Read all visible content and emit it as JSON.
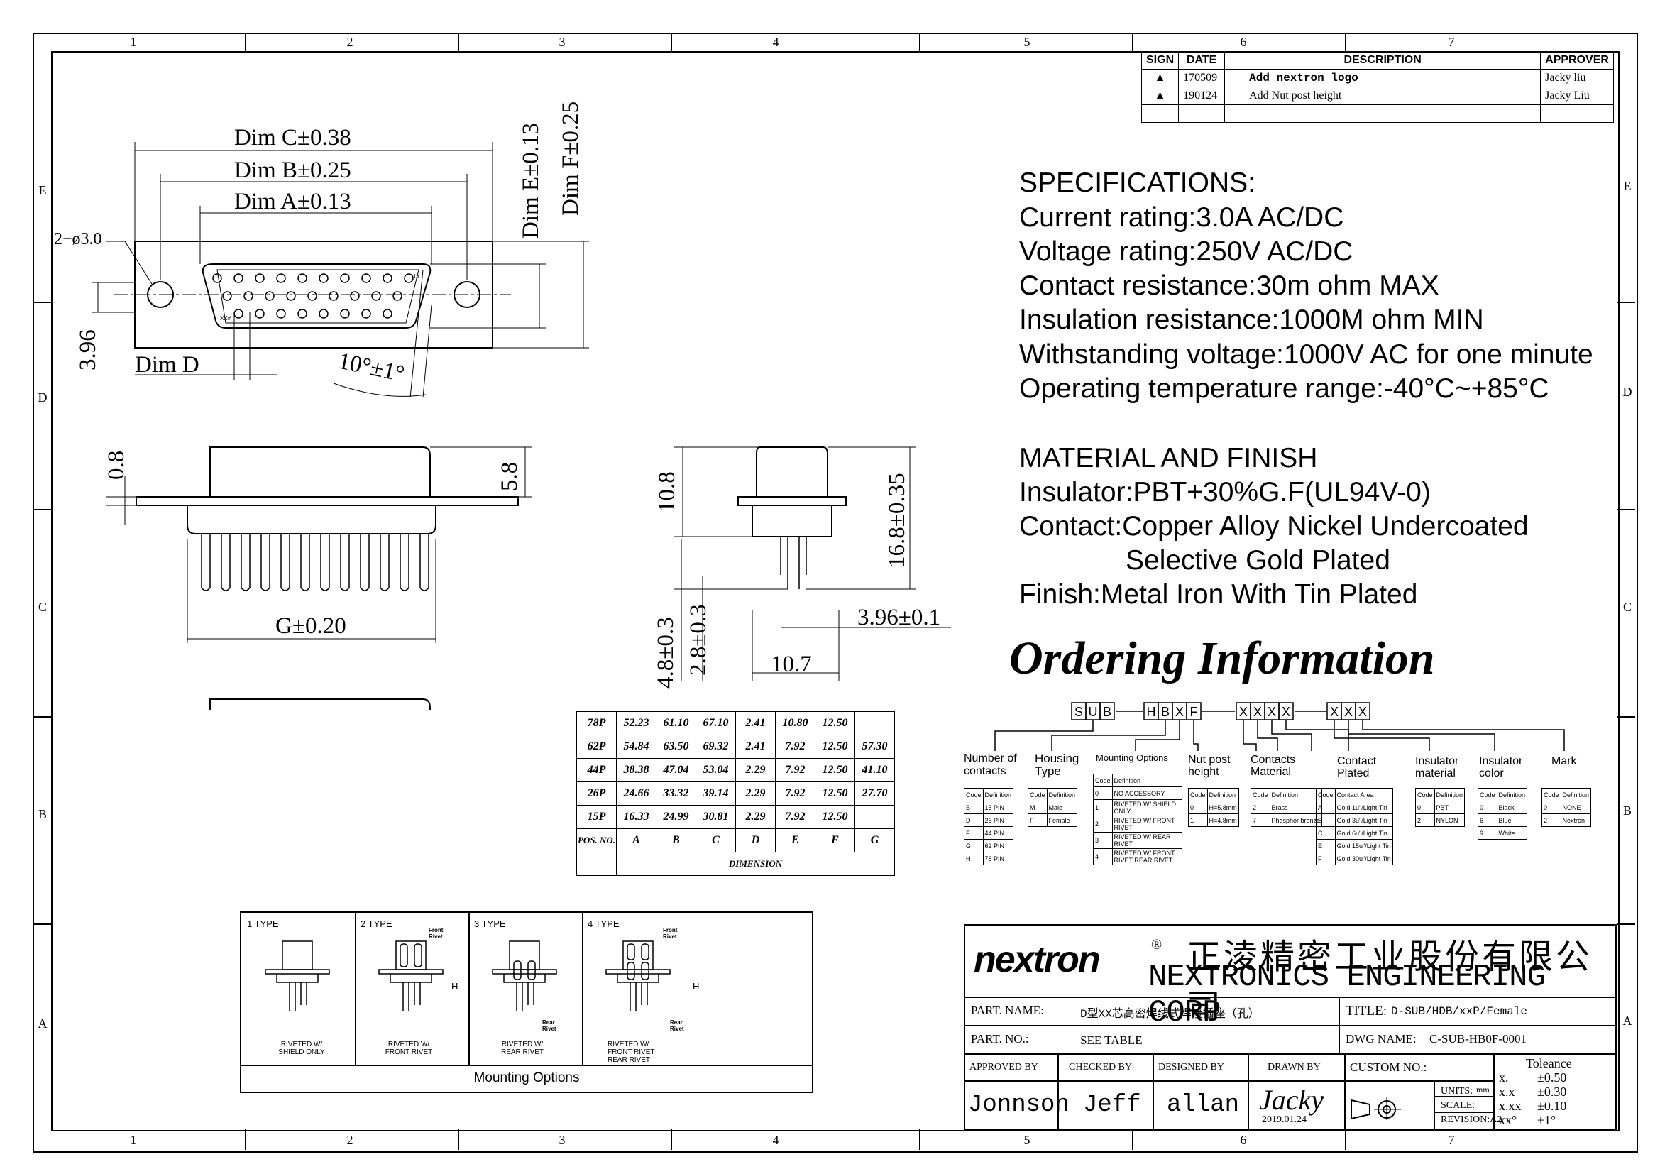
{
  "zones": {
    "cols": [
      "1",
      "2",
      "3",
      "4",
      "5",
      "6",
      "7"
    ],
    "rows": [
      "E",
      "D",
      "C",
      "B",
      "A"
    ]
  },
  "revision": {
    "headers": [
      "SIGN",
      "DATE",
      "DESCRIPTION",
      "APPROVER"
    ],
    "rows": [
      {
        "date": "170509",
        "desc": "Add nextron logo",
        "approver": "Jacky liu"
      },
      {
        "date": "190124",
        "desc": "Add Nut post height",
        "approver": "Jacky Liu"
      }
    ]
  },
  "specs": {
    "title": "SPECIFICATIONS:",
    "lines": [
      "Current rating:3.0A AC/DC",
      "Voltage rating:250V AC/DC",
      "Contact resistance:30m ohm MAX",
      "Insulation resistance:1000M ohm MIN",
      "Withstanding voltage:1000V AC for one minute",
      "Operating temperature range:-40°C~+85°C"
    ]
  },
  "material": {
    "title": "MATERIAL AND FINISH",
    "lines": [
      "Insulator:PBT+30%G.F(UL94V-0)",
      "Contact:Copper Alloy Nickel Undercoated",
      "Selective Gold Plated",
      "Finish:Metal Iron With Tin Plated"
    ]
  },
  "ordering": {
    "title": "Ordering Information",
    "code_groups": [
      "SUB",
      "HBXF",
      "XXXX",
      "XXX"
    ],
    "group_labels": [
      "Number of contacts",
      "Housing Type",
      "Mounting Options",
      "Nut post height",
      "Contacts Material",
      "Contact Plated",
      "Insulator material",
      "Insulator color",
      "Mark"
    ],
    "contacts": [
      [
        "B",
        "15 PIN"
      ],
      [
        "D",
        "26 PIN"
      ],
      [
        "F",
        "44 PIN"
      ],
      [
        "G",
        "62 PIN"
      ],
      [
        "H",
        "78 PIN"
      ]
    ],
    "housing": [
      [
        "M",
        "Male"
      ],
      [
        "F",
        "Female"
      ]
    ],
    "mounting": [
      [
        "0",
        "NO ACCESSORY"
      ],
      [
        "1",
        "RIVETED W/ SHIELD ONLY"
      ],
      [
        "2",
        "RIVETED W/ FRONT RIVET"
      ],
      [
        "3",
        "RIVETED W/ REAR RIVET"
      ],
      [
        "4",
        "RIVETED W/ FRONT RIVET REAR RIVET"
      ]
    ],
    "nut": [
      [
        "0",
        "H=5.8mm"
      ],
      [
        "1",
        "H=4.8mm"
      ]
    ],
    "cmaterial": [
      [
        "2",
        "Brass"
      ],
      [
        "7",
        "Phosphor bronze"
      ]
    ],
    "plated": [
      [
        "A",
        "Gold 1u\"/Light Tin"
      ],
      [
        "B",
        "Gold 3u\"/Light Tin"
      ],
      [
        "C",
        "Gold 6u\"/Light Tin"
      ],
      [
        "E",
        "Gold 15u\"/Light Tin"
      ],
      [
        "F",
        "Gold 30u\"/Light Tin"
      ]
    ],
    "imaterial": [
      [
        "0",
        "PBT"
      ],
      [
        "2",
        "NYLON"
      ]
    ],
    "icolor": [
      [
        "0",
        "Black"
      ],
      [
        "6",
        "Blue"
      ],
      [
        "9",
        "White"
      ]
    ],
    "mark": [
      [
        "0",
        "NONE"
      ],
      [
        "2",
        "Nextron"
      ]
    ],
    "col_code": "Code",
    "col_def": "Definition",
    "contact_area": "Contact Area"
  },
  "dims": {
    "dim_c": "Dim C±0.38",
    "dim_b": "Dim B±0.25",
    "dim_a": "Dim A±0.13",
    "dim_e": "Dim E±0.13",
    "dim_f": "Dim F±0.25",
    "dim_d": "Dim D",
    "hole": "2−ø3.0",
    "h396": "3.96",
    "angle": "10°±1°",
    "d08": "0.8",
    "d58": "5.8",
    "g": "G±0.20",
    "d108": "10.8",
    "d168": "16.8±0.35",
    "d48": "4.8±0.3",
    "d28": "2.8±0.3",
    "d107": "10.7",
    "d396b": "3.96±0.1",
    "pin1": "1#",
    "pinx": "XX#"
  },
  "dim_table": {
    "rows": [
      [
        "78P",
        "52.23",
        "61.10",
        "67.10",
        "2.41",
        "10.80",
        "12.50",
        ""
      ],
      [
        "62P",
        "54.84",
        "63.50",
        "69.32",
        "2.41",
        "7.92",
        "12.50",
        "57.30"
      ],
      [
        "44P",
        "38.38",
        "47.04",
        "53.04",
        "2.29",
        "7.92",
        "12.50",
        "41.10"
      ],
      [
        "26P",
        "24.66",
        "33.32",
        "39.14",
        "2.29",
        "7.92",
        "12.50",
        "27.70"
      ],
      [
        "15P",
        "16.33",
        "24.99",
        "30.81",
        "2.29",
        "7.92",
        "12.50",
        ""
      ]
    ],
    "cols": [
      "POS. NO.",
      "A",
      "B",
      "C",
      "D",
      "E",
      "F",
      "G"
    ],
    "dimension": "DIMENSION"
  },
  "mounting_options": {
    "caption": "Mounting Options",
    "types": [
      {
        "label": "1  TYPE",
        "desc": "RIVETED W/ SHIELD ONLY"
      },
      {
        "label": "2  TYPE",
        "desc": "RIVETED W/ FRONT RIVET"
      },
      {
        "label": "3  TYPE",
        "desc": "RIVETED W/ REAR RIVET"
      },
      {
        "label": "4  TYPE",
        "desc": "RIVETED W/ FRONT RIVET REAR RIVET"
      }
    ],
    "front_rivet": "Front Rivet",
    "rear_rivet": "Rear Rivet",
    "h": "H"
  },
  "brand": {
    "logo": "nextron",
    "reg": "®",
    "company_cn": "正淩精密工业股份有限公司",
    "company_en": "NEXTRONICS ENGINEERING CORP"
  },
  "title_block": {
    "part_name_label": "PART. NAME:",
    "part_name": "D型XX芯高密焊线式焊接插座（孔）",
    "title_label": "TITLE:",
    "title": "D-SUB/HDB/xxP/Female",
    "part_no_label": "PART. NO.:",
    "part_no": "SEE TABLE",
    "dwg_label": "DWG NAME:",
    "dwg": "C-SUB-HB0F-0001",
    "approved_label": "APPROVED BY",
    "checked_label": "CHECKED BY",
    "designed_label": "DESIGNED BY",
    "drawn_label": "DRAWN BY",
    "custom_label": "CUSTOM NO.:",
    "approved": "Jonnson",
    "checked": "Jeff",
    "designed": "allan",
    "drawn": "Jacky",
    "drawn_date": "2019.01.24",
    "units_label": "UNITS:",
    "units": "mm",
    "scale_label": "SCALE:",
    "revision_label": "REVISION:A2",
    "tolerance_label": "Toleance",
    "tolerances": [
      [
        "x.",
        "±0.50"
      ],
      [
        "x.x",
        "±0.30"
      ],
      [
        "x.xx",
        "±0.10"
      ],
      [
        "xx°",
        "±1°"
      ]
    ]
  }
}
